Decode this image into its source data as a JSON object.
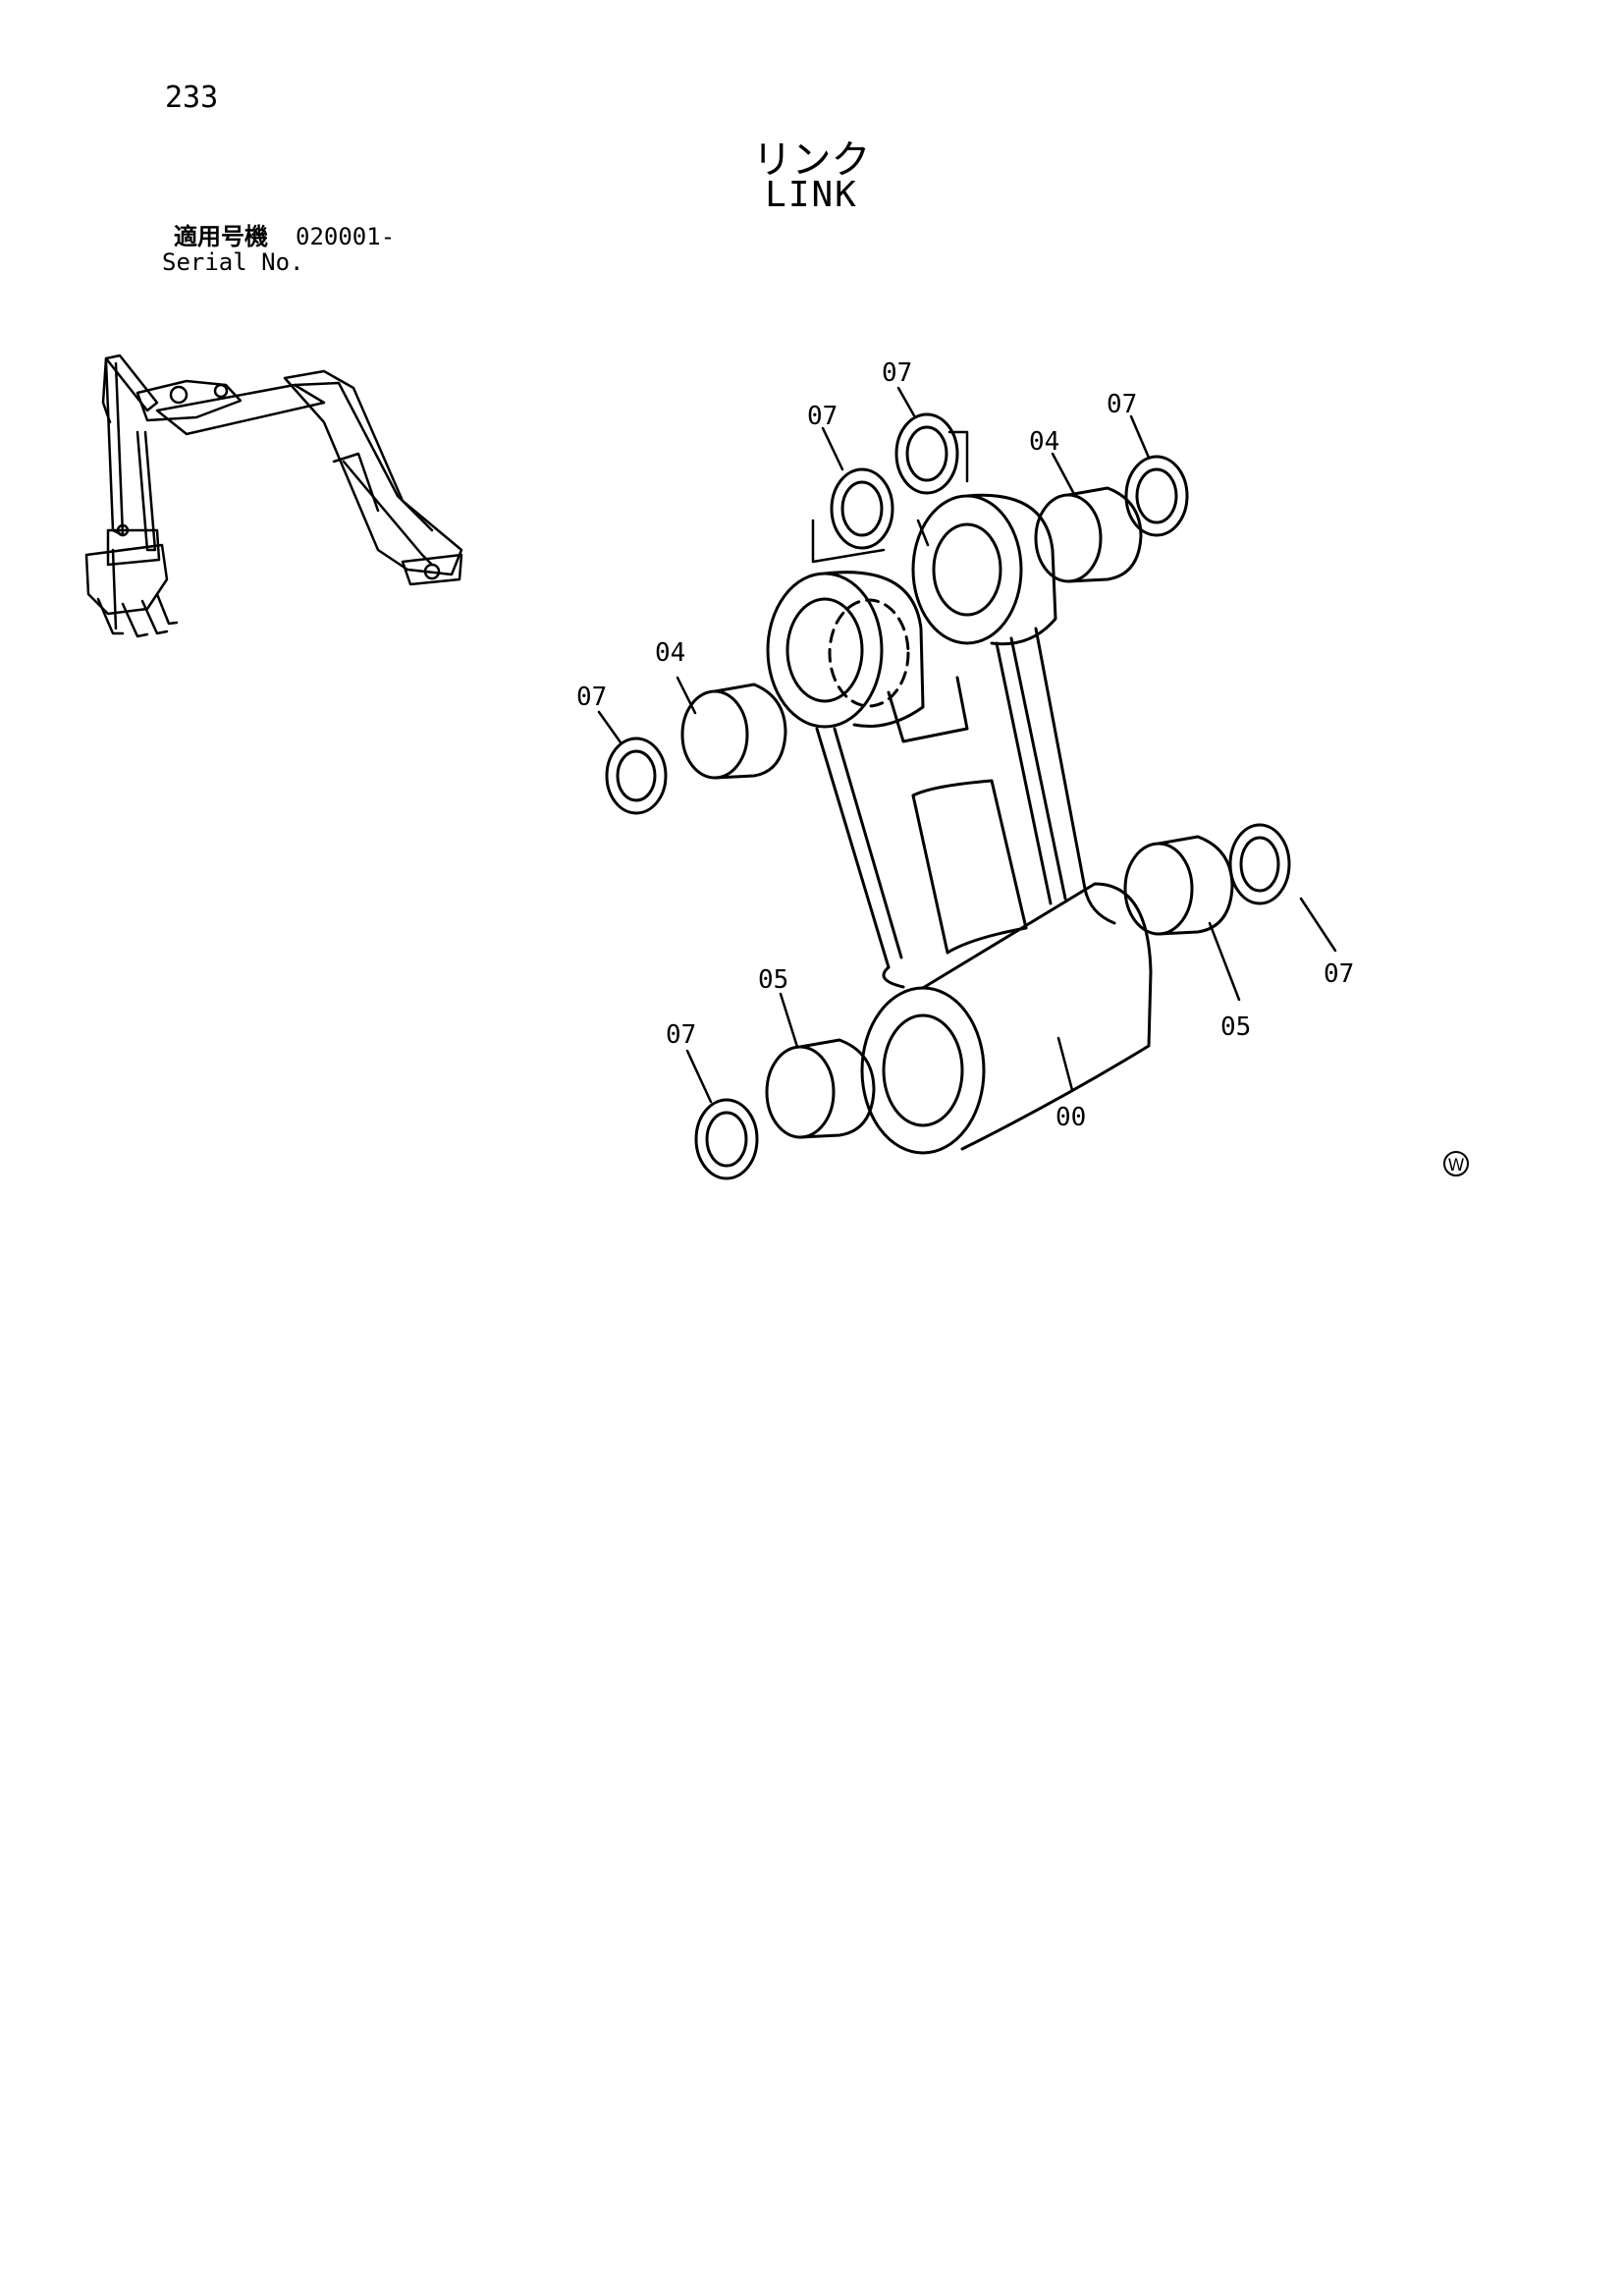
{
  "page": {
    "number": "233"
  },
  "title": {
    "japanese": "リンク",
    "english": "LINK"
  },
  "serial": {
    "label_jp": "適用号機",
    "value": "020001-",
    "label_en": "Serial No."
  },
  "callouts": [
    {
      "id": "c1",
      "text": "07"
    },
    {
      "id": "c2",
      "text": "07"
    },
    {
      "id": "c3",
      "text": "07"
    },
    {
      "id": "c4",
      "text": "04"
    },
    {
      "id": "c5",
      "text": "04"
    },
    {
      "id": "c6",
      "text": "07"
    },
    {
      "id": "c7",
      "text": "05"
    },
    {
      "id": "c8",
      "text": "07"
    },
    {
      "id": "c9",
      "text": "05"
    },
    {
      "id": "c10",
      "text": "07"
    },
    {
      "id": "c11",
      "text": "00"
    }
  ],
  "watermark": "W"
}
